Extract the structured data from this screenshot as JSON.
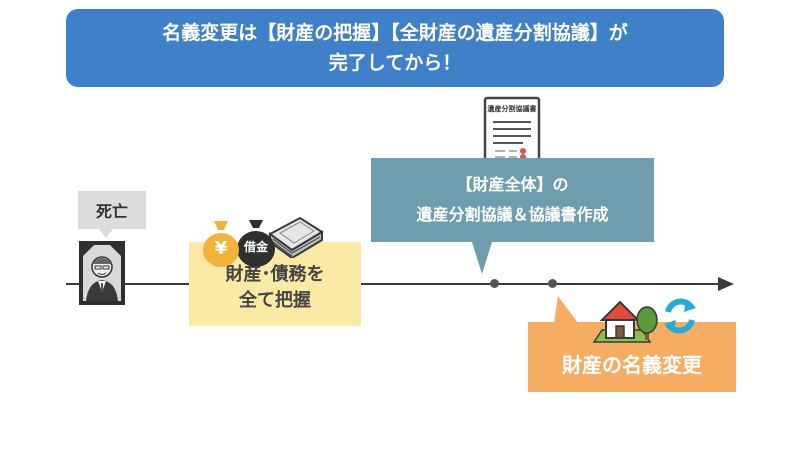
{
  "banner": {
    "line1": "名義変更は【財産の把握】【全財産の遺産分割協議】が",
    "line2": "完了してから！"
  },
  "death": {
    "label": "死亡"
  },
  "assets": {
    "line1": "財産･債務を",
    "line2": "全て把握",
    "yen_symbol": "¥",
    "debt_label": "借金"
  },
  "agreement": {
    "line1": "【財産全体】の",
    "line2": "遺産分割協議＆協議書作成",
    "document_title": "遺産分割協議書"
  },
  "transfer": {
    "label": "財産の名義変更"
  },
  "colors": {
    "banner": "#3f80c8",
    "teal": "#6e9dad",
    "yellow": "#fbeaa5",
    "orange": "#f5ad64",
    "grey": "#dcdcdc"
  },
  "icons": [
    "portrait-icon",
    "money-bag-icon",
    "debt-bag-icon",
    "cash-stack-icon",
    "document-icon",
    "house-icon",
    "tree-icon",
    "refresh-icon"
  ]
}
